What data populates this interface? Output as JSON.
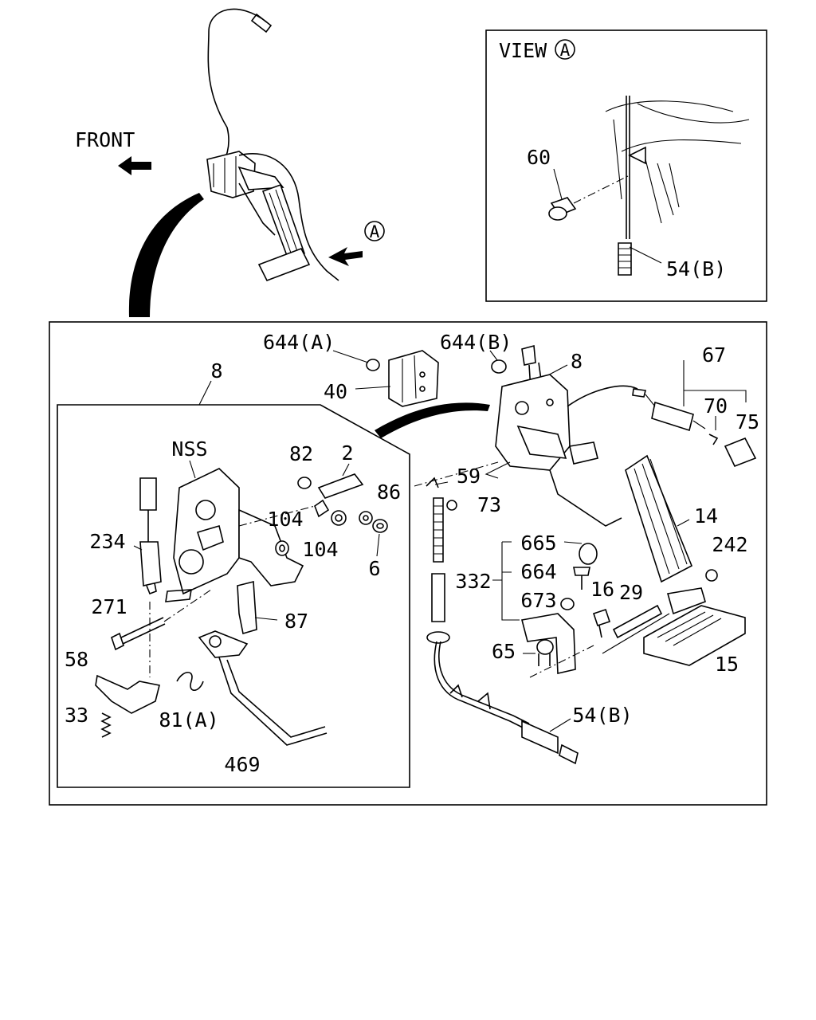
{
  "view_label": "VIEW",
  "view_marker": "A",
  "front_label": "FRONT",
  "marker_a": "A",
  "labels": {
    "l60": "60",
    "l54b_top": "54(B)",
    "l644a": "644(A)",
    "l644b": "644(B)",
    "l8_left": "8",
    "l8_right": "8",
    "l40": "40",
    "l67": "67",
    "l70": "70",
    "l75": "75",
    "lnss": "NSS",
    "l82": "82",
    "l2": "2",
    "l86": "86",
    "l104a": "104",
    "l104b": "104",
    "l6": "6",
    "l234": "234",
    "l271": "271",
    "l87": "87",
    "l58": "58",
    "l33": "33",
    "l81a": "81(A)",
    "l469": "469",
    "l59": "59",
    "l73": "73",
    "l665": "665",
    "l664": "664",
    "l332": "332",
    "l673": "673",
    "l65": "65",
    "l14": "14",
    "l242": "242",
    "l29": "29",
    "l16": "16",
    "l15": "15",
    "l54b_bottom": "54(B)"
  }
}
